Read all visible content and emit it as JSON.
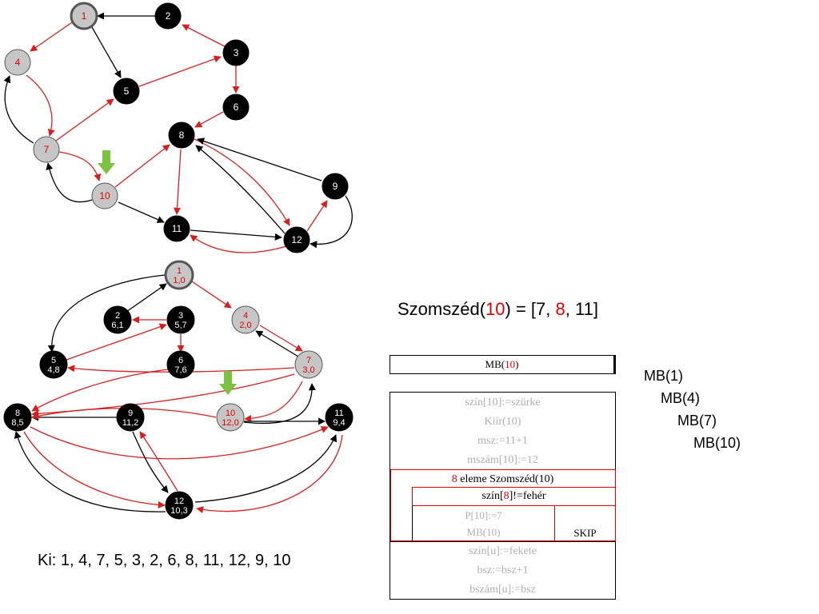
{
  "graph1": {
    "nodes": [
      {
        "id": "1",
        "label": "1",
        "state": "gray",
        "bold": true
      },
      {
        "id": "2",
        "label": "2",
        "state": "black"
      },
      {
        "id": "3",
        "label": "3",
        "state": "black"
      },
      {
        "id": "4",
        "label": "4",
        "state": "gray"
      },
      {
        "id": "5",
        "label": "5",
        "state": "black"
      },
      {
        "id": "6",
        "label": "6",
        "state": "black"
      },
      {
        "id": "7",
        "label": "7",
        "state": "gray"
      },
      {
        "id": "8",
        "label": "8",
        "state": "black"
      },
      {
        "id": "9",
        "label": "9",
        "state": "black"
      },
      {
        "id": "10",
        "label": "10",
        "state": "gray"
      },
      {
        "id": "11",
        "label": "11",
        "state": "black"
      },
      {
        "id": "12",
        "label": "12",
        "state": "black"
      }
    ],
    "edges": [
      {
        "from": "2",
        "to": "1",
        "color": "black"
      },
      {
        "from": "1",
        "to": "4",
        "color": "red"
      },
      {
        "from": "1",
        "to": "5",
        "color": "black"
      },
      {
        "from": "3",
        "to": "2",
        "color": "red"
      },
      {
        "from": "5",
        "to": "3",
        "color": "red"
      },
      {
        "from": "3",
        "to": "6",
        "color": "red"
      },
      {
        "from": "4",
        "to": "7",
        "color": "red"
      },
      {
        "from": "7",
        "to": "4",
        "color": "black"
      },
      {
        "from": "7",
        "to": "5",
        "color": "red"
      },
      {
        "from": "7",
        "to": "10",
        "color": "red"
      },
      {
        "from": "10",
        "to": "7",
        "color": "black"
      },
      {
        "from": "6",
        "to": "8",
        "color": "red"
      },
      {
        "from": "10",
        "to": "8",
        "color": "red"
      },
      {
        "from": "10",
        "to": "11",
        "color": "black"
      },
      {
        "from": "8",
        "to": "11",
        "color": "red"
      },
      {
        "from": "8",
        "to": "12",
        "color": "red"
      },
      {
        "from": "12",
        "to": "8",
        "color": "black"
      },
      {
        "from": "9",
        "to": "8",
        "color": "black"
      },
      {
        "from": "12",
        "to": "9",
        "color": "red"
      },
      {
        "from": "9",
        "to": "12",
        "color": "black"
      },
      {
        "from": "11",
        "to": "12",
        "color": "black"
      },
      {
        "from": "12",
        "to": "11",
        "color": "red"
      }
    ]
  },
  "graph2": {
    "nodes": [
      {
        "id": "1",
        "label": "1",
        "sub": "1,0",
        "state": "gray",
        "bold": true
      },
      {
        "id": "2",
        "label": "2",
        "sub": "6,1",
        "state": "black"
      },
      {
        "id": "3",
        "label": "3",
        "sub": "5,7",
        "state": "black"
      },
      {
        "id": "4",
        "label": "4",
        "sub": "2,0",
        "state": "gray"
      },
      {
        "id": "5",
        "label": "5",
        "sub": "4,8",
        "state": "black"
      },
      {
        "id": "6",
        "label": "6",
        "sub": "7,6",
        "state": "black"
      },
      {
        "id": "7",
        "label": "7",
        "sub": "3,0",
        "state": "gray"
      },
      {
        "id": "8",
        "label": "8",
        "sub": "8,5",
        "state": "black"
      },
      {
        "id": "9",
        "label": "9",
        "sub": "11,2",
        "state": "black"
      },
      {
        "id": "10",
        "label": "10",
        "sub": "12,0",
        "state": "gray"
      },
      {
        "id": "11",
        "label": "11",
        "sub": "9,4",
        "state": "black"
      },
      {
        "id": "12",
        "label": "12",
        "sub": "10,3",
        "state": "black"
      }
    ]
  },
  "neighbors": {
    "prefix": "Szomszéd(",
    "node": "10",
    "mid": ") = [7, ",
    "highlight": "8",
    "suffix": ", 11]"
  },
  "call_stack": [
    "MB(1)",
    "MB(4)",
    "MB(7)",
    "MB(10)"
  ],
  "output": "Ki: 1, 4, 7, 5, 3, 2, 6, 8, 11, 12, 9, 10",
  "nsd": {
    "header_prefix": "MB(",
    "header_node": "10",
    "header_suffix": ")",
    "init_lines": [
      "szín[10]:=szürke",
      "Kiír(10)",
      "msz:=11+1",
      "mszám[10]:=12"
    ],
    "loop_node": "8",
    "loop_rest": " eleme Szomszéd(10)",
    "cond_prefix": "szín[",
    "cond_node": "8",
    "cond_suffix": "]!=fehér",
    "branch_lines": [
      "P[10]:=7",
      "MB(10)"
    ],
    "else_label": "SKIP",
    "end_lines": [
      "szín[u]:=fekete",
      "bsz:=bsz+1",
      "bszám[u]:=bsz"
    ]
  }
}
